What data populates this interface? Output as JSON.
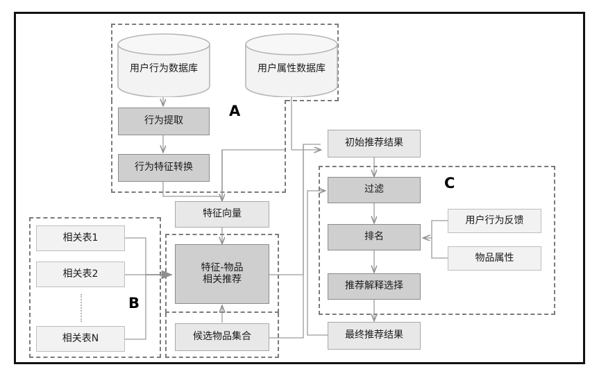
{
  "diagram": {
    "title": "Recommendation system architecture flowchart",
    "groups": [
      {
        "id": "A",
        "label": "A"
      },
      {
        "id": "B",
        "label": "B"
      },
      {
        "id": "C",
        "label": "C"
      }
    ],
    "databases": [
      {
        "id": "user-behavior-db",
        "label": "用户行为数据库"
      },
      {
        "id": "user-attribute-db",
        "label": "用户属性数据库"
      }
    ],
    "nodes": [
      {
        "id": "behavior-extraction",
        "label": "行为提取"
      },
      {
        "id": "behavior-feature-transform",
        "label": "行为特征转换"
      },
      {
        "id": "feature-vector",
        "label": "特征向量"
      },
      {
        "id": "feature-item-recommend",
        "label": "特征-物品\n相关推荐"
      },
      {
        "id": "candidate-item-set",
        "label": "候选物品集合"
      },
      {
        "id": "relation-table-1",
        "label": "相关表1"
      },
      {
        "id": "relation-table-2",
        "label": "相关表2"
      },
      {
        "id": "relation-table-n",
        "label": "相关表N"
      },
      {
        "id": "initial-recommend-result",
        "label": "初始推荐结果"
      },
      {
        "id": "filter",
        "label": "过滤"
      },
      {
        "id": "ranking",
        "label": "排名"
      },
      {
        "id": "recommend-explanation-selection",
        "label": "推荐解释选择"
      },
      {
        "id": "final-recommend-result",
        "label": "最终推荐结果"
      },
      {
        "id": "user-behavior-feedback",
        "label": "用户行为反馈"
      },
      {
        "id": "item-attribute",
        "label": "物品属性"
      }
    ],
    "colors": {
      "frame": "#111111",
      "dashed": "#7a7a7a",
      "node_light": "#e8e8e8",
      "node_lighter": "#f2f2f2",
      "node_dark": "#cfcfcf",
      "connector": "#8e8e8e",
      "background": "#ffffff"
    }
  }
}
